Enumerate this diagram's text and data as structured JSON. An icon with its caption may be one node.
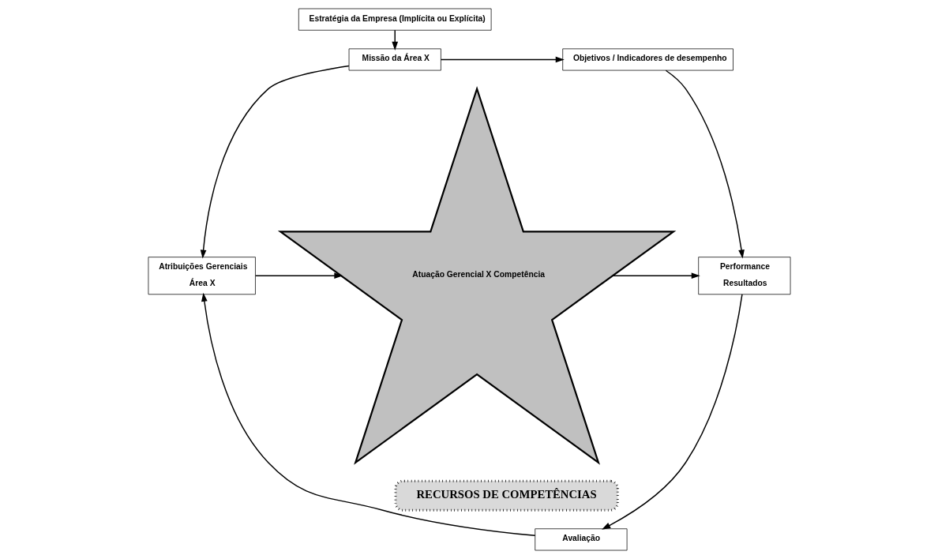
{
  "diagram": {
    "nodes": [
      {
        "text": [
          "Estratégia da Empresa (Implícita ou Explícita)"
        ]
      },
      {
        "text": [
          "Missão da Área X"
        ]
      },
      {
        "text": [
          "Objetivos / Indicadores de desempenho"
        ]
      },
      {
        "text": [
          "Atuação Gerencial X Competência"
        ]
      },
      {
        "text": [
          "Atribuições Gerenciais",
          "Área X"
        ]
      },
      {
        "text": [
          "Performance",
          "Resultados"
        ]
      },
      {
        "text": [
          "RECURSOS DE COMPETÊNCIAS"
        ]
      },
      {
        "text": [
          "Avaliação"
        ]
      }
    ],
    "edges": [
      {
        "from": 0,
        "to": 1,
        "arrow": "to"
      },
      {
        "from": 1,
        "to": 2,
        "arrow": "to"
      },
      {
        "from": 1,
        "to": 4,
        "arrow": "to"
      },
      {
        "from": 2,
        "to": 5,
        "arrow": "to"
      },
      {
        "from": 4,
        "to": 3,
        "arrow": "to"
      },
      {
        "from": 3,
        "to": 5,
        "arrow": "to"
      },
      {
        "from": 5,
        "to": 7,
        "arrow": "to"
      },
      {
        "from": 7,
        "to": 4,
        "arrow": "to"
      }
    ]
  }
}
